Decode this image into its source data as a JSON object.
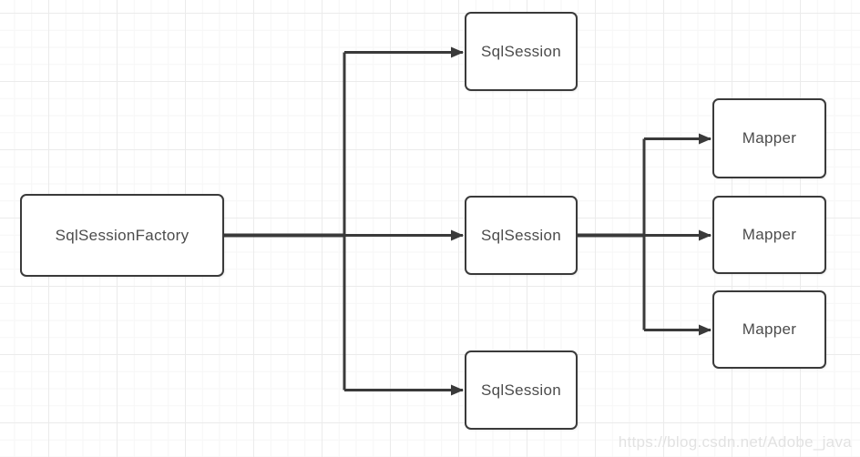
{
  "diagram": {
    "nodes": {
      "factory": {
        "label": "SqlSessionFactory"
      },
      "sqlsession_top": {
        "label": "SqlSession"
      },
      "sqlsession_mid": {
        "label": "SqlSession"
      },
      "sqlsession_bottom": {
        "label": "SqlSession"
      },
      "mapper_top": {
        "label": "Mapper"
      },
      "mapper_mid": {
        "label": "Mapper"
      },
      "mapper_bottom": {
        "label": "Mapper"
      }
    },
    "edges": [
      {
        "from": "factory",
        "to": "sqlsession_top"
      },
      {
        "from": "factory",
        "to": "sqlsession_mid"
      },
      {
        "from": "factory",
        "to": "sqlsession_bottom"
      },
      {
        "from": "sqlsession_mid",
        "to": "mapper_top"
      },
      {
        "from": "sqlsession_mid",
        "to": "mapper_mid"
      },
      {
        "from": "sqlsession_mid",
        "to": "mapper_bottom"
      }
    ],
    "colors": {
      "node_border": "#3a3a3a",
      "node_fill": "#ffffff",
      "node_text": "#4c4c4c",
      "edge": "#3a3a3a",
      "grid_minor": "#f6f6f6",
      "grid_major": "#ebebeb",
      "background": "#ffffff",
      "watermark_text": "#e2e2e2"
    },
    "watermark": "https://blog.csdn.net/Adobe_java"
  }
}
